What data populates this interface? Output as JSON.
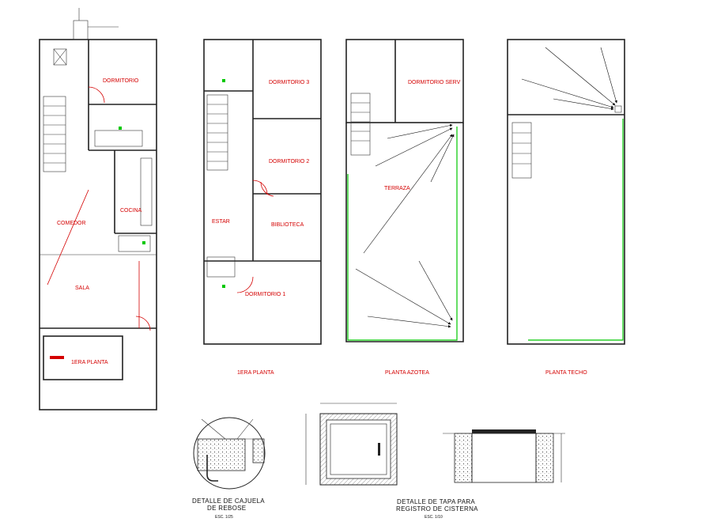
{
  "plans": {
    "first_floor": {
      "title": "1ERA PLANTA",
      "rooms": {
        "bedroom": "DORMITORIO",
        "kitchen": "COCINA",
        "dining": "COMEDOR",
        "living": "SALA",
        "lower": "1ERA PLANTA"
      }
    },
    "second_floor": {
      "title": "1ERA PLANTA",
      "rooms": {
        "bedroom3": "DORMITORIO 3",
        "bedroom2": "DORMITORIO 2",
        "living": "ESTAR",
        "library": "BIBLIOTECA",
        "bedroom1": "DORMITORIO 1"
      }
    },
    "roof_terrace": {
      "title": "PLANTA AZOTEA",
      "rooms": {
        "service": "DORMITORIO SERV",
        "terrace": "TERRAZA"
      }
    },
    "roof": {
      "title": "PLANTA TECHO"
    }
  },
  "details": {
    "overflow_box": {
      "title_line1": "DETALLE DE CAJUELA",
      "title_line2": "DE REBOSE",
      "scale": "ESC. 1/25"
    },
    "cistern_cover": {
      "title_line1": "DETALLE DE TAPA PARA",
      "title_line2": "REGISTRO DE CISTERNA",
      "scale": "ESC. 1/10"
    }
  },
  "colors": {
    "room_label": "#d40000",
    "wall": "#222222",
    "terrace_edge": "#00c800",
    "ink": "#111111"
  }
}
